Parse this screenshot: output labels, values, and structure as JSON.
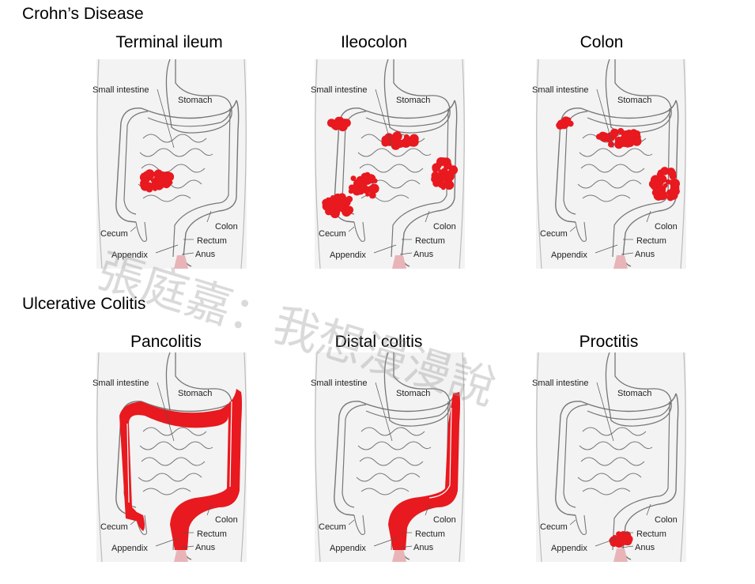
{
  "sections": [
    {
      "title": "Crohn’s Disease",
      "panels": [
        {
          "title": "Terminal ileum",
          "highlight": "terminal_ileum"
        },
        {
          "title": "Ileocolon",
          "highlight": "ileocolon"
        },
        {
          "title": "Colon",
          "highlight": "colon"
        }
      ]
    },
    {
      "title": "Ulcerative Colitis",
      "panels": [
        {
          "title": "Pancolitis",
          "highlight": "pancolitis"
        },
        {
          "title": "Distal colitis",
          "highlight": "distal"
        },
        {
          "title": "Proctitis",
          "highlight": "proctitis"
        }
      ]
    }
  ],
  "anatomy_labels": {
    "small_intestine": "Small intestine",
    "stomach": "Stomach",
    "colon": "Colon",
    "cecum": "Cecum",
    "rectum": "Rectum",
    "appendix": "Appendix",
    "anus": "Anus"
  },
  "watermark": "張庭嘉：我想漫漫說",
  "colors": {
    "disease": "#e8191f",
    "outline": "#777777",
    "body": "#f3f3f3",
    "anus": "#e8b4b8"
  }
}
